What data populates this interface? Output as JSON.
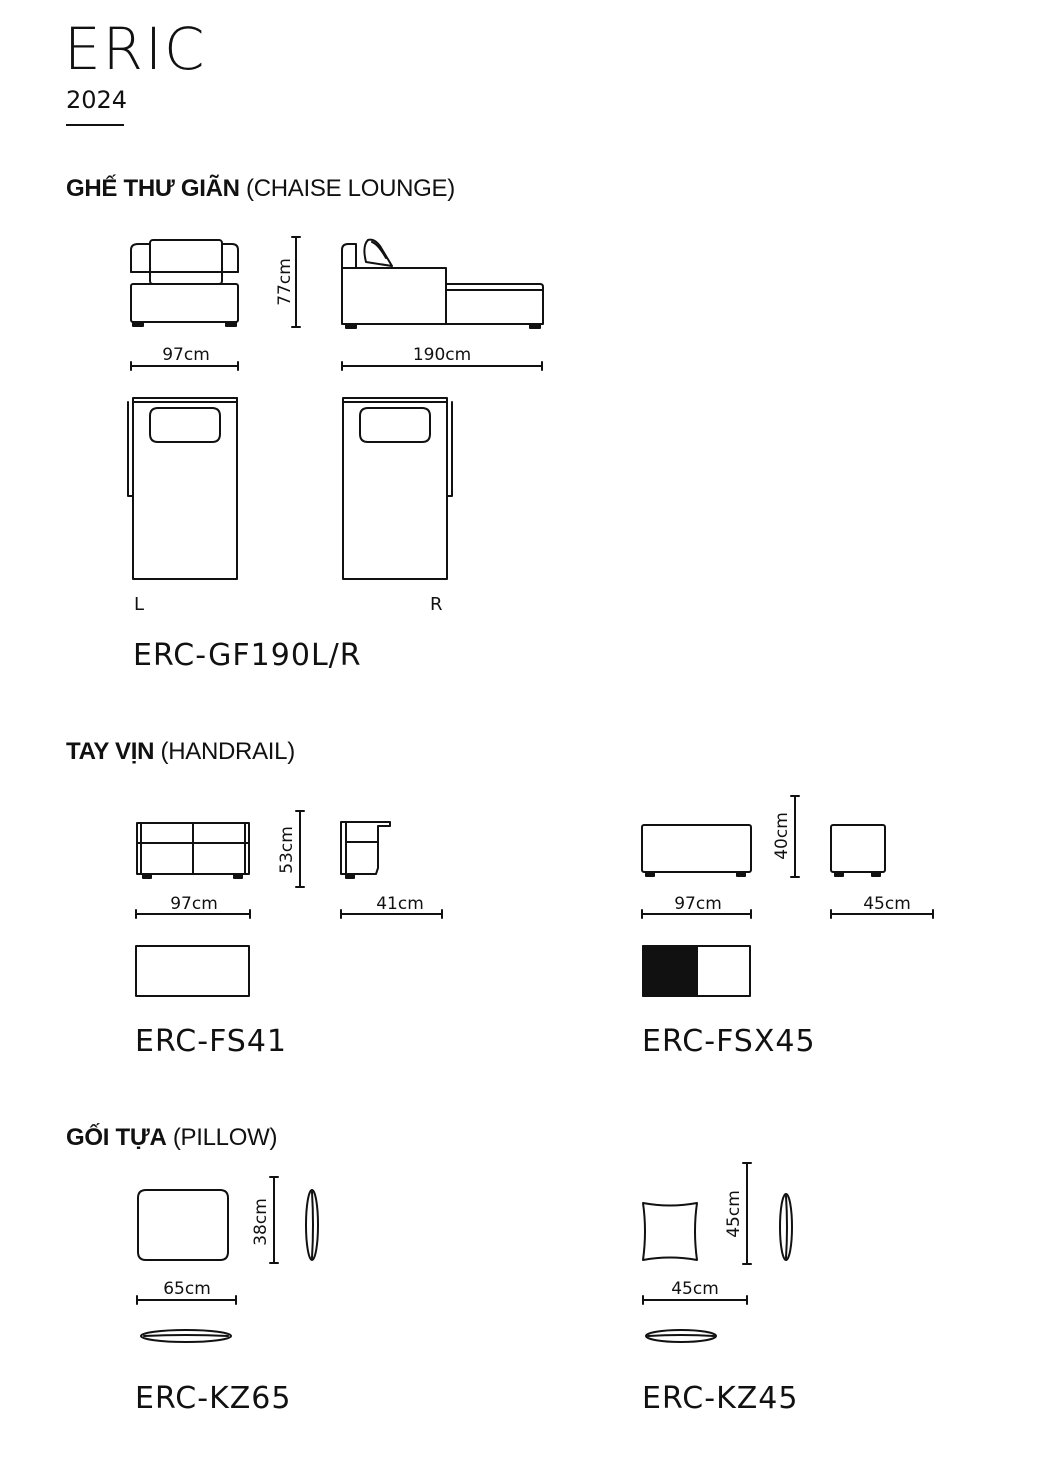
{
  "header": {
    "title": "ERIC",
    "year": "2024"
  },
  "sections": {
    "chaise": {
      "title_bold": "GHẾ THƯ GIÃN",
      "title_sub": "(CHAISE LOUNGE)",
      "dims": {
        "width": "97cm",
        "height": "77cm",
        "length": "190cm"
      },
      "label_left": "L",
      "label_right": "R",
      "model": "ERC-GF190L/R"
    },
    "handrail": {
      "title_bold": "TAY VỊN",
      "title_sub": "(HANDRAIL)",
      "fs41": {
        "width": "97cm",
        "height": "53cm",
        "depth": "41cm",
        "model": "ERC-FS41"
      },
      "fsx45": {
        "width": "97cm",
        "height": "40cm",
        "depth": "45cm",
        "model": "ERC-FSX45"
      }
    },
    "pillow": {
      "title_bold": "GỐI TỰA",
      "title_sub": "(PILLOW)",
      "kz65": {
        "width": "65cm",
        "height": "38cm",
        "model": "ERC-KZ65"
      },
      "kz45": {
        "width": "45cm",
        "height": "45cm",
        "model": "ERC-KZ45"
      }
    }
  }
}
